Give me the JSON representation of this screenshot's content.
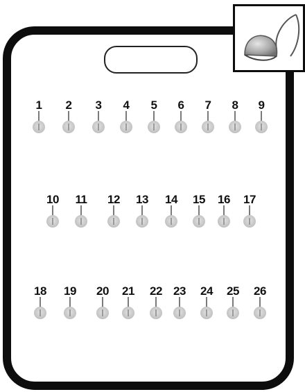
{
  "board": {
    "icon": "bowl-lamp-icon",
    "rows": [
      [
        "1",
        "2",
        "3",
        "4",
        "5",
        "6",
        "7",
        "8",
        "9"
      ],
      [
        "10",
        "11",
        "12",
        "13",
        "14",
        "15",
        "16",
        "17"
      ],
      [
        "18",
        "19",
        "20",
        "21",
        "22",
        "23",
        "24",
        "25",
        "26"
      ]
    ]
  }
}
